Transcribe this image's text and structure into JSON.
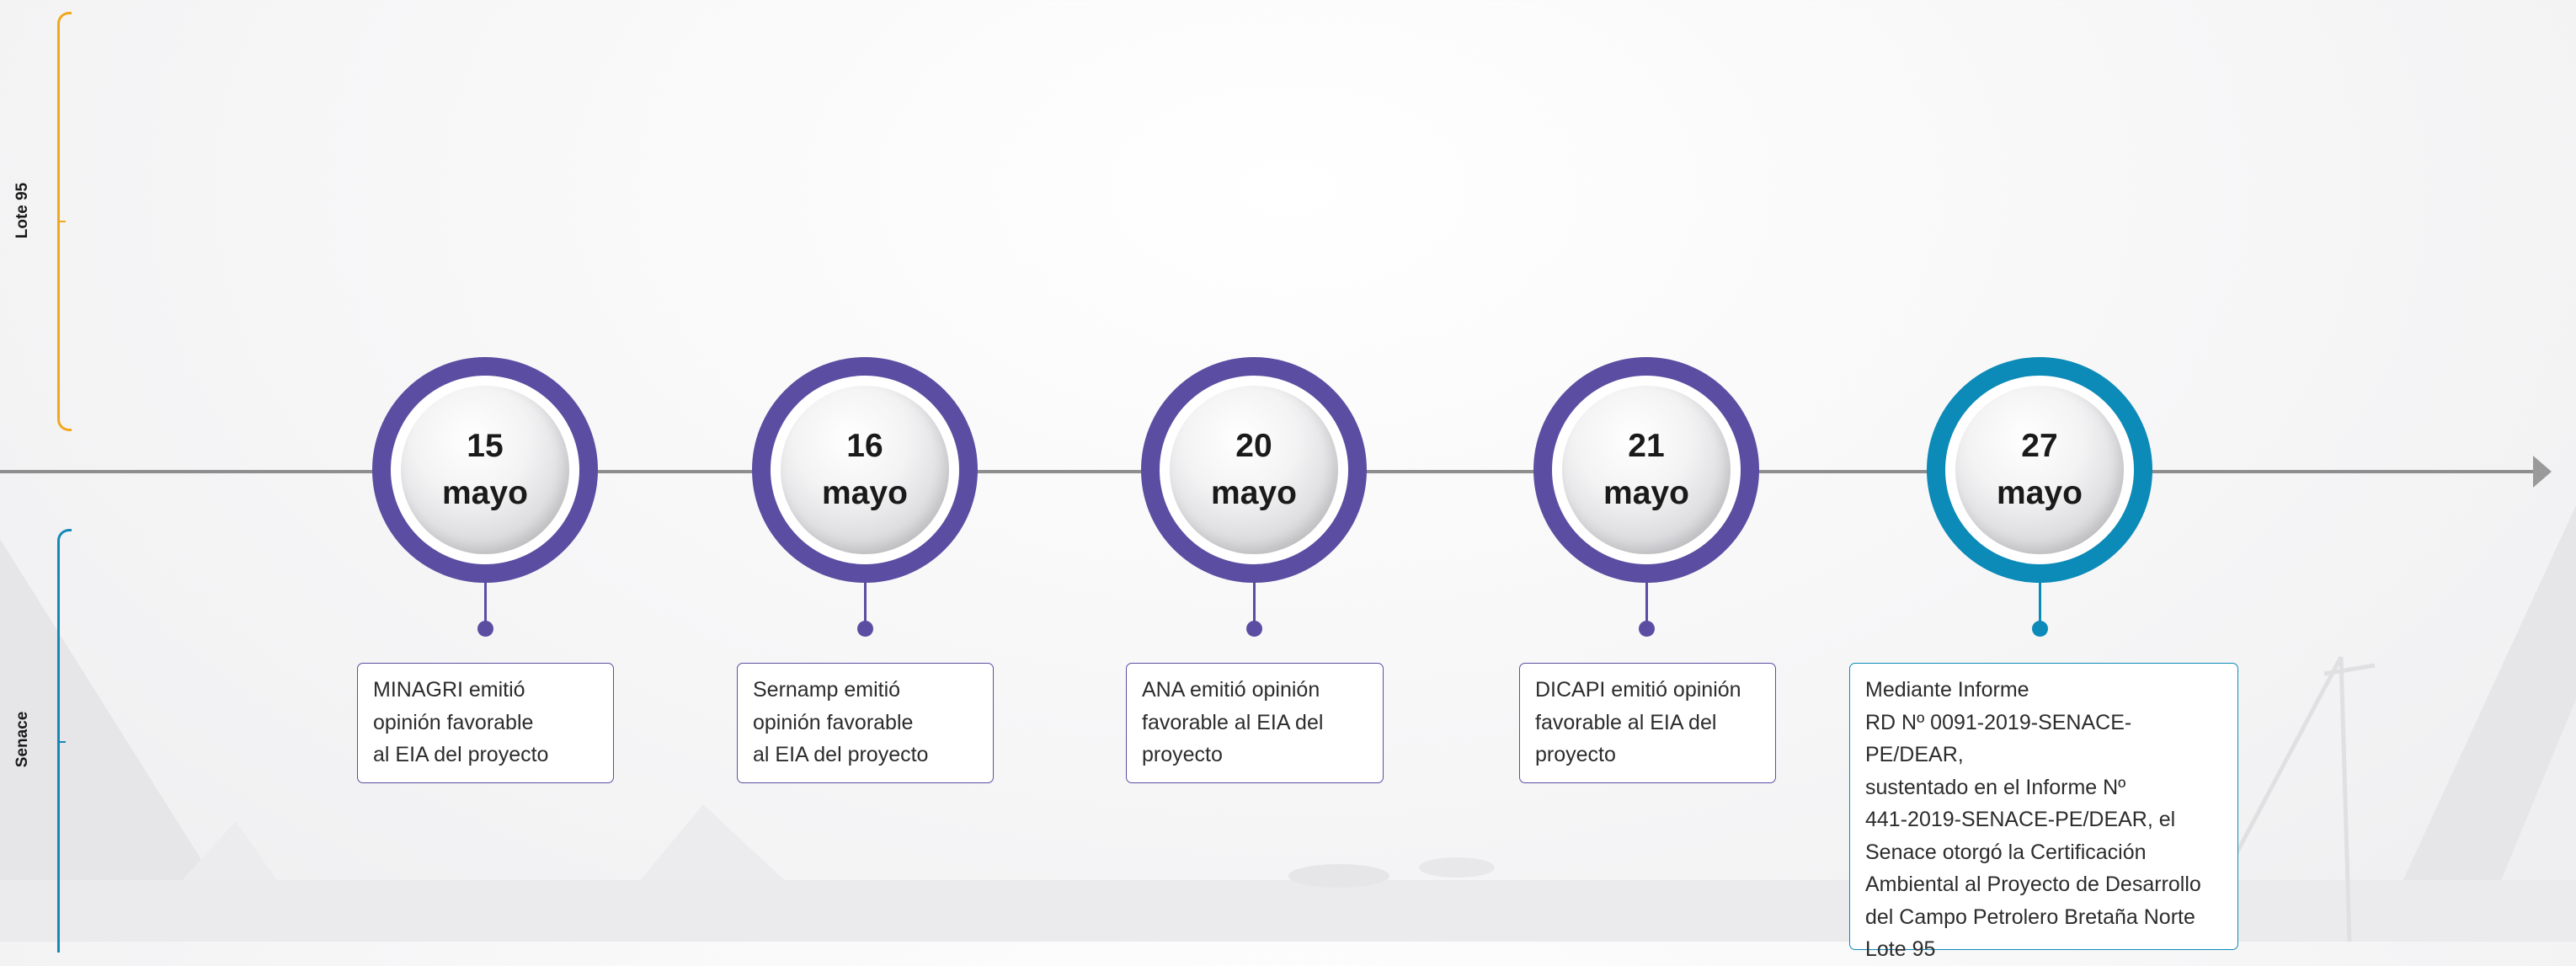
{
  "lanes": {
    "top_label": "Lote 95",
    "bottom_label": "Senace"
  },
  "colors": {
    "purple": "#5b4ea2",
    "teal": "#0c8ab8",
    "orange_bracket": "#f2a81d",
    "blue_bracket": "#1688b8",
    "axis": "#8e8e8e"
  },
  "milestones": [
    {
      "day": "15",
      "month": "mayo",
      "note": "MINAGRI emitió\nopinión favorable\nal EIA del proyecto",
      "color": "purple"
    },
    {
      "day": "16",
      "month": "mayo",
      "note": "Sernamp emitió\nopinión favorable\nal EIA del proyecto",
      "color": "purple"
    },
    {
      "day": "20",
      "month": "mayo",
      "note": "ANA emitió opinión\nfavorable al EIA del\nproyecto",
      "color": "purple"
    },
    {
      "day": "21",
      "month": "mayo",
      "note": "DICAPI emitió opinión\nfavorable al EIA del\nproyecto",
      "color": "purple"
    },
    {
      "day": "27",
      "month": "mayo",
      "note": "Mediante Informe\nRD Nº 0091-2019-SENACE-PE/DEAR,\nsustentado en el Informe Nº\n441-2019-SENACE-PE/DEAR, el\nSenace otorgó la Certificación\nAmbiental al Proyecto de Desarrollo\ndel Campo Petrolero Bretaña Norte\nLote 95",
      "color": "teal"
    }
  ]
}
